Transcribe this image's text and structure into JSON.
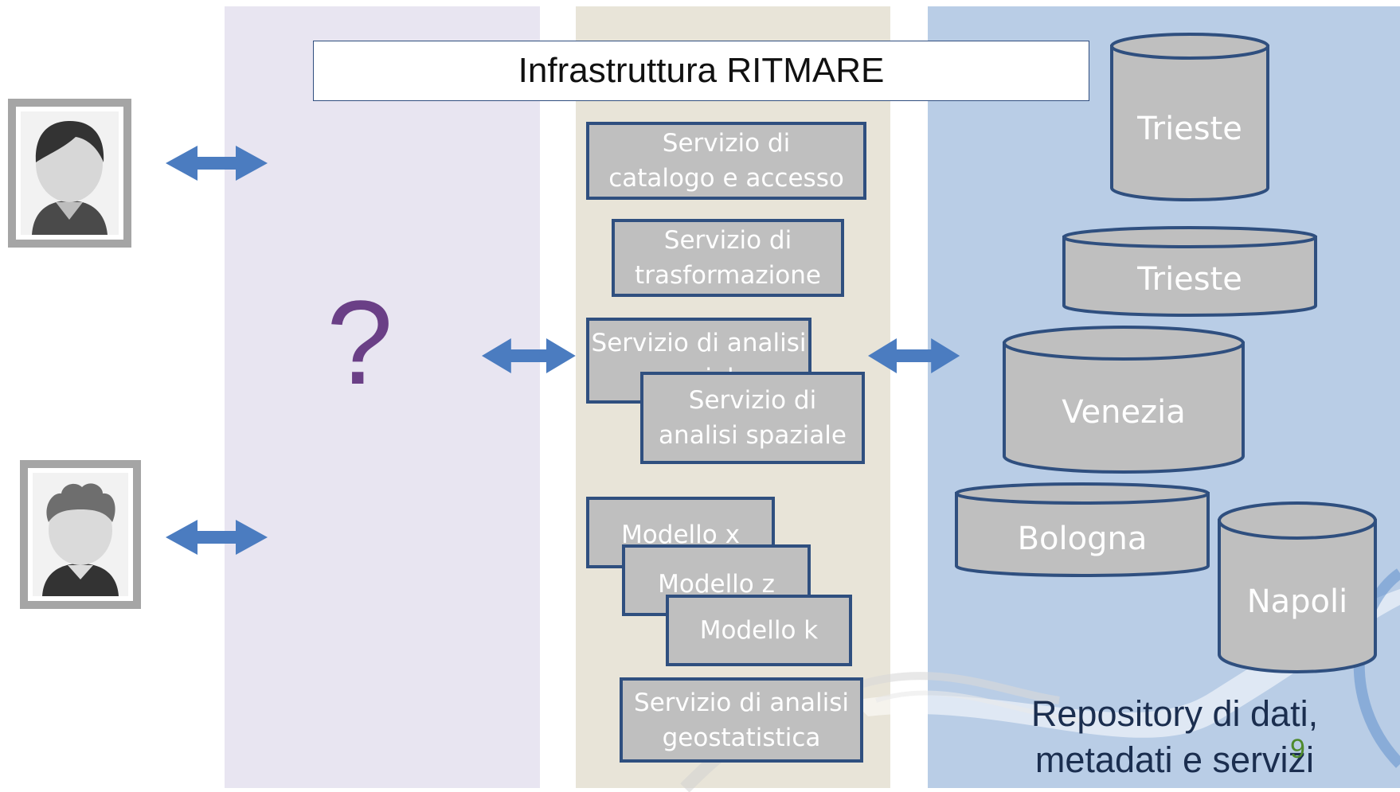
{
  "title": "Infrastruttura RITMARE",
  "question_mark": "?",
  "services": {
    "catalogo": "Servizio di catalogo e accesso",
    "trasformazione": "Servizio di trasformazione",
    "analisi_back": "Servizio di analisi spaziale",
    "analisi_front": "Servizio di analisi spaziale",
    "modello_x": "Modello x",
    "modello_z": "Modello z",
    "modello_k": "Modello k",
    "geostatistica": "Servizio di analisi geostatistica"
  },
  "repositories": [
    "Trieste",
    "Trieste",
    "Venezia",
    "Bologna",
    "Napoli"
  ],
  "repository_caption": "Repository di dati, metadati e servizi",
  "page_number": "9",
  "colors": {
    "arrow": "#4b7cc0",
    "box_fill": "#bfbfbf",
    "box_border": "#2f4f7f",
    "question": "#6a3f86"
  },
  "icons": [
    "user-female-icon",
    "user-male-icon"
  ]
}
